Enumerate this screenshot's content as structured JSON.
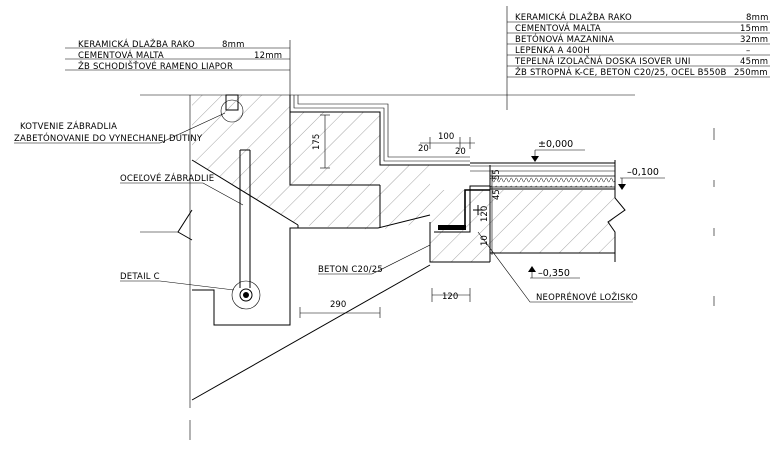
{
  "stair_layers": [
    {
      "name": "KERAMICKÁ DLAŽBA RAKO",
      "thickness": "8mm"
    },
    {
      "name": "CEMENTOVÁ MALTA",
      "thickness": "12mm"
    },
    {
      "name": "ŽB SCHODIŠŤOVÉ RAMENO LIAPOR",
      "thickness": ""
    }
  ],
  "floor_layers": [
    {
      "name": "KERAMICKÁ DLAŽBA RAKO",
      "thickness": "8mm"
    },
    {
      "name": "CEMENTOVÁ MALTA",
      "thickness": "15mm"
    },
    {
      "name": "BETÓNOVÁ MAZANINA",
      "thickness": "32mm"
    },
    {
      "name": "LEPENKA A 400H",
      "thickness": "–"
    },
    {
      "name": "TEPELNÁ IZOLAČNÁ DOSKA ISOVER UNI",
      "thickness": "45mm"
    },
    {
      "name": "ŽB STROPNÁ K-CE, BETON C20/25, OCEL B550B",
      "thickness": "250mm"
    }
  ],
  "labels": {
    "anchor_line1": "KOTVENIE ZÁBRADLIA",
    "anchor_line2": "ZABETÓNOVANIE DO VYNECHANEJ DUTINY",
    "railing": "OCEĽOVÉ ZÁBRADLIE",
    "detail": "DETAIL C",
    "concrete": "BETON C20/25",
    "bearing": "NEOPRÉNOVÉ LOŽISKO"
  },
  "levels": {
    "top": "±0,000",
    "mid": "–0,100",
    "bottom": "–0,350"
  },
  "dimensions": {
    "d175": "175",
    "d100": "100",
    "d20a": "20",
    "d20b": "20",
    "d290": "290",
    "d120h": "120",
    "d120v": "120",
    "d10": "10",
    "d45": "45",
    "d55": "55"
  }
}
